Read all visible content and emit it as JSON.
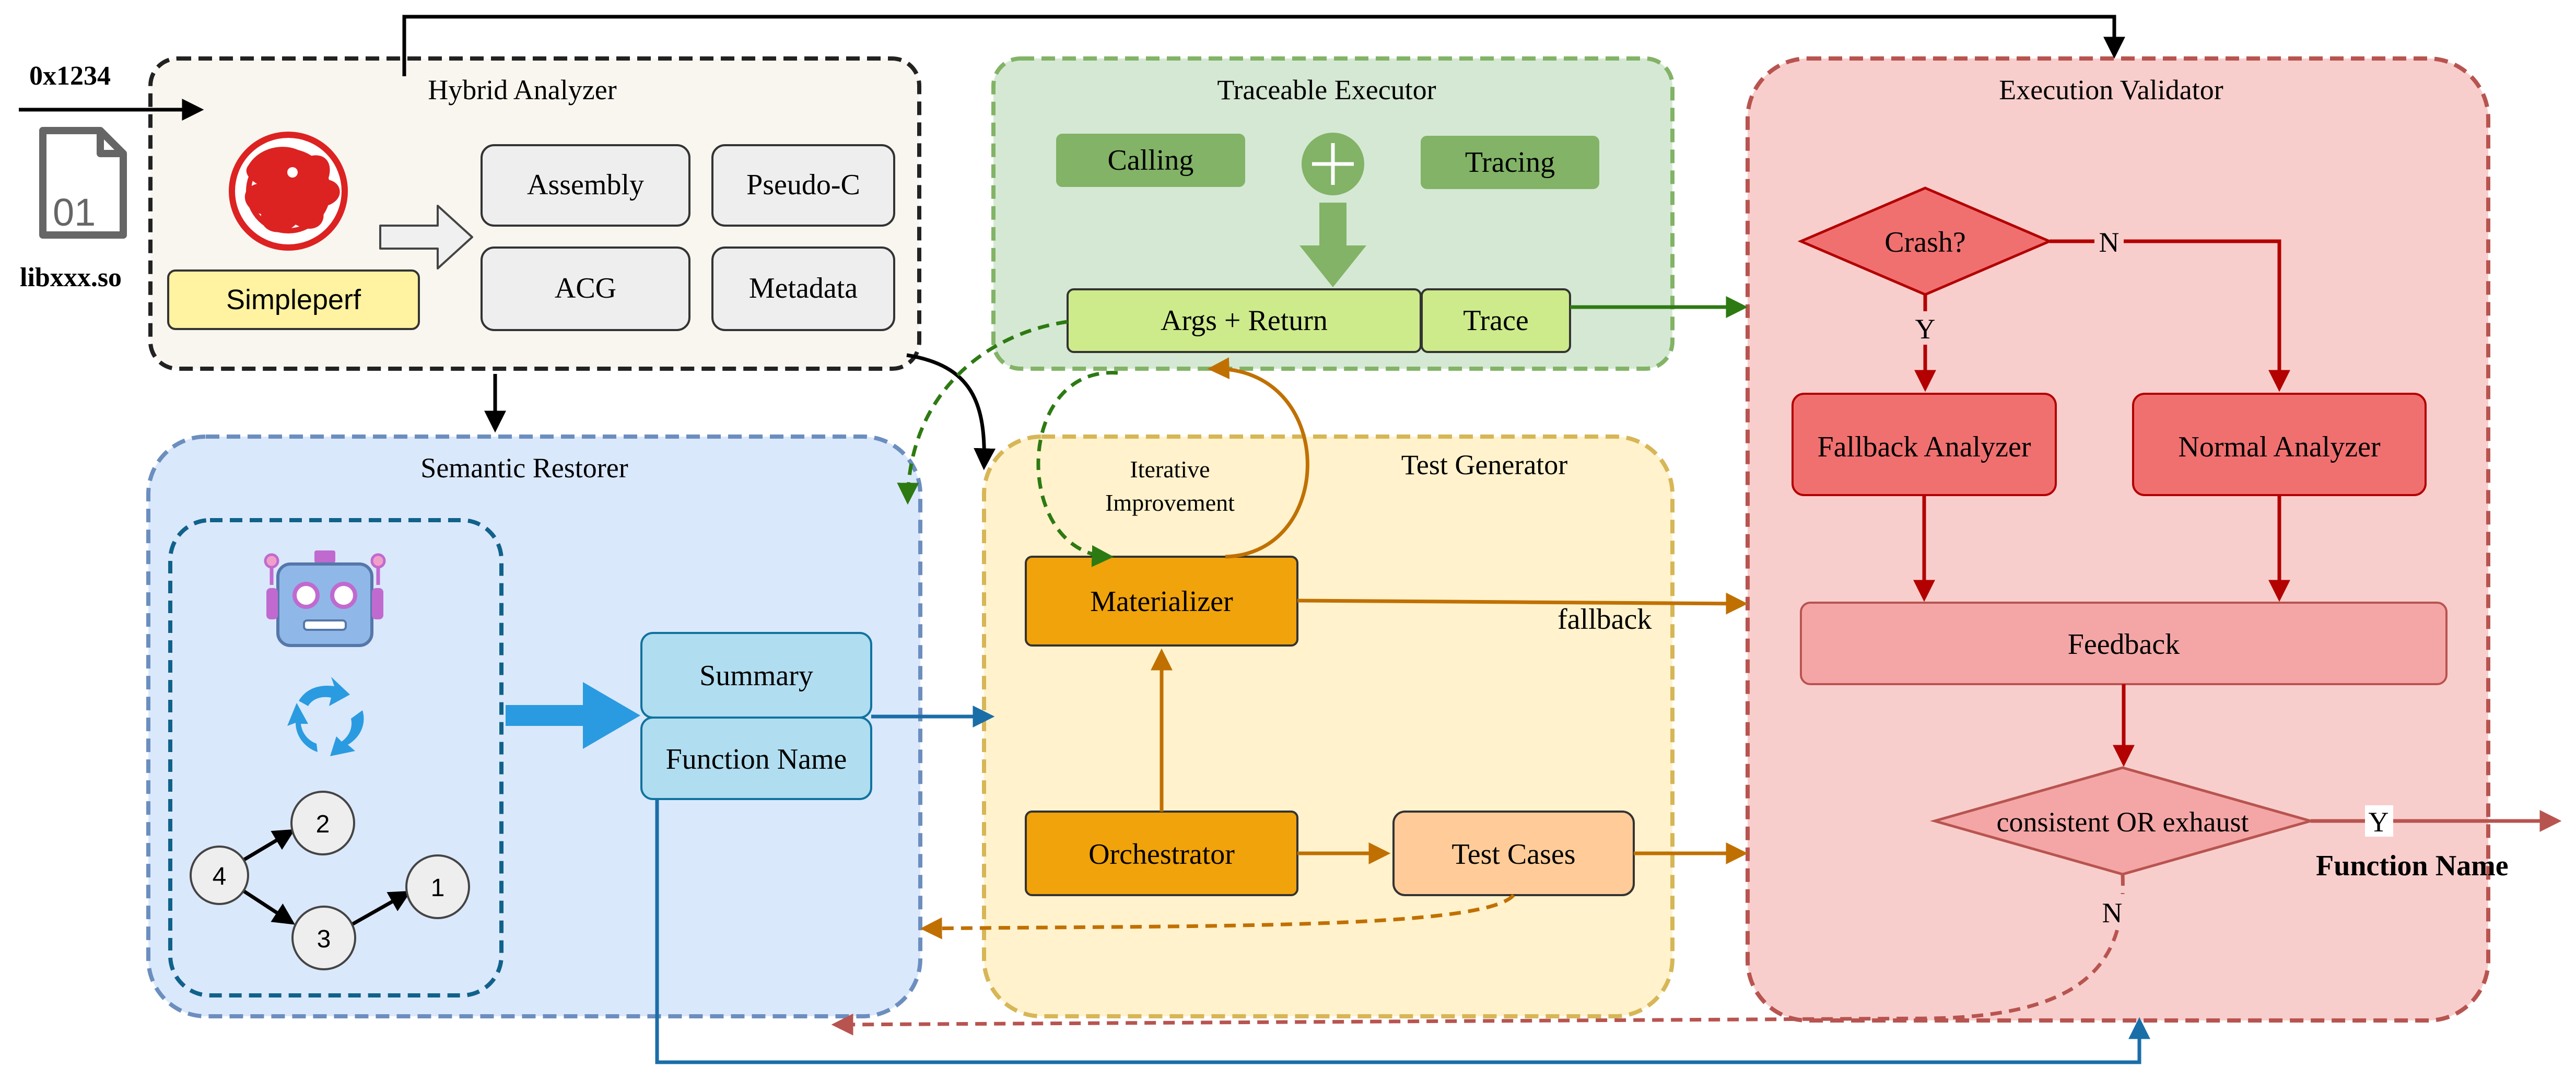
{
  "input": {
    "address": "0x1234",
    "library": "libxxx.so",
    "file_icon_text": "01"
  },
  "hybrid_analyzer": {
    "title": "Hybrid Analyzer",
    "tool": "Simpleperf",
    "outputs": [
      "Assembly",
      "Pseudo-C",
      "ACG",
      "Metadata"
    ]
  },
  "traceable_executor": {
    "title": "Traceable Executor",
    "calling": "Calling",
    "tracing": "Tracing",
    "args_return": "Args + Return",
    "trace": "Trace"
  },
  "execution_validator": {
    "title": "Execution Validator",
    "crash": "Crash?",
    "no_label": "N",
    "yes_label": "Y",
    "fallback_analyzer": "Fallback Analyzer",
    "normal_analyzer": "Normal Analyzer",
    "feedback": "Feedback",
    "consistent": "consistent OR exhaust",
    "loop_no_label": "N",
    "exit_yes_label": "Y",
    "result": "Function Name"
  },
  "semantic_restorer": {
    "title": "Semantic Restorer",
    "summary": "Summary",
    "function_name": "Function Name",
    "graph_nodes": [
      "1",
      "2",
      "3",
      "4"
    ]
  },
  "test_generator": {
    "title": "Test Generator",
    "iterative_improvement": [
      "Iterative",
      "Improvement"
    ],
    "materializer": "Materializer",
    "orchestrator": "Orchestrator",
    "test_cases": "Test Cases",
    "fallback": "fallback"
  },
  "colors": {
    "hybrid_bg": "#f8f6ef",
    "executor_bg": "#d5e8d4",
    "executor_border": "#82b366",
    "validator_bg": "#f8cecc",
    "validator_border": "#b85450",
    "restorer_bg": "#dae8fc",
    "restorer_border": "#6c8ebf",
    "generator_bg": "#fff2cc",
    "generator_border": "#d6b656",
    "orange_arrow": "#c07000",
    "blue_arrow": "#1a6ea8",
    "green_arrow": "#2d7a12",
    "red_arrow": "#b30000"
  }
}
